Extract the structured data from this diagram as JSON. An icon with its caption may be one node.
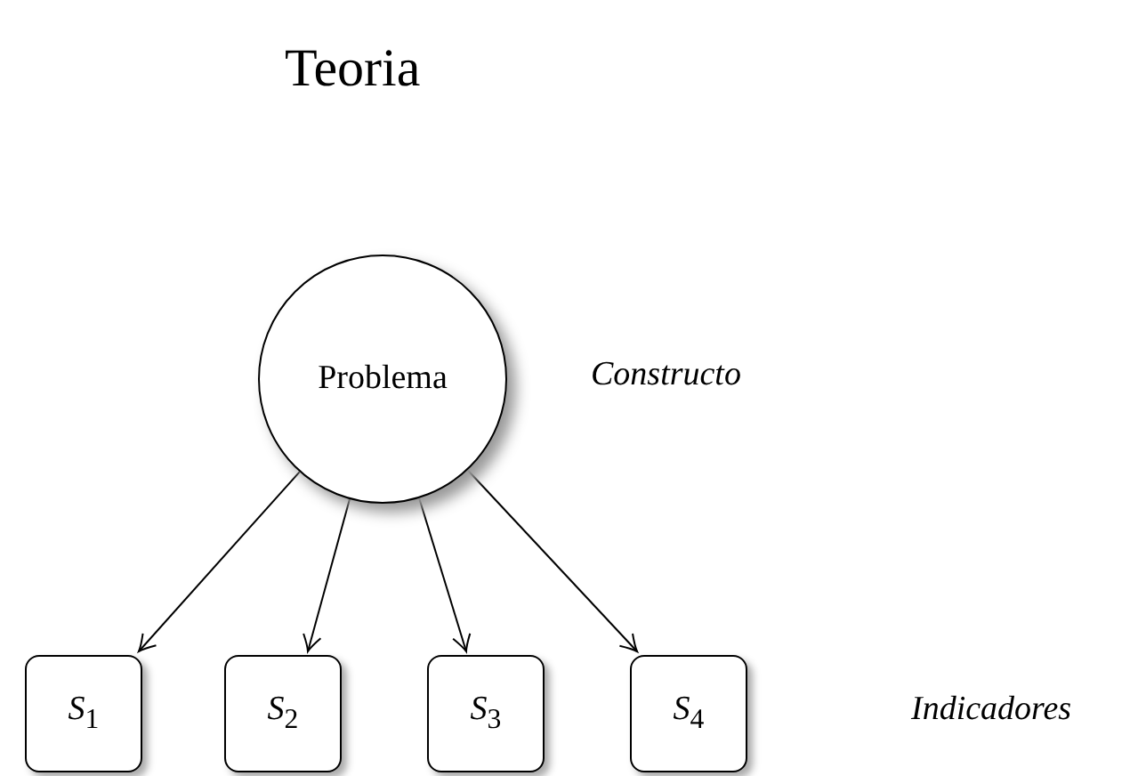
{
  "diagram": {
    "title": "Teoria",
    "nodes": [
      {
        "text": [
          "Problema"
        ],
        "beside": [
          "Constructo"
        ]
      },
      {
        "text": [
          "*S*$_{1}$"
        ]
      },
      {
        "text": [
          "*S*$_{2}$"
        ]
      },
      {
        "text": [
          "*S*$_{3}$"
        ]
      },
      {
        "text": [
          "*S*$_{4}$"
        ]
      }
    ],
    "edges": [
      {
        "from": 0,
        "to": 1,
        "arrow": "to"
      },
      {
        "from": 0,
        "to": 2,
        "arrow": "to"
      },
      {
        "from": 0,
        "to": 3,
        "arrow": "to"
      },
      {
        "from": 0,
        "to": 4,
        "arrow": "to"
      }
    ],
    "labels": [
      "Indicadores"
    ]
  }
}
